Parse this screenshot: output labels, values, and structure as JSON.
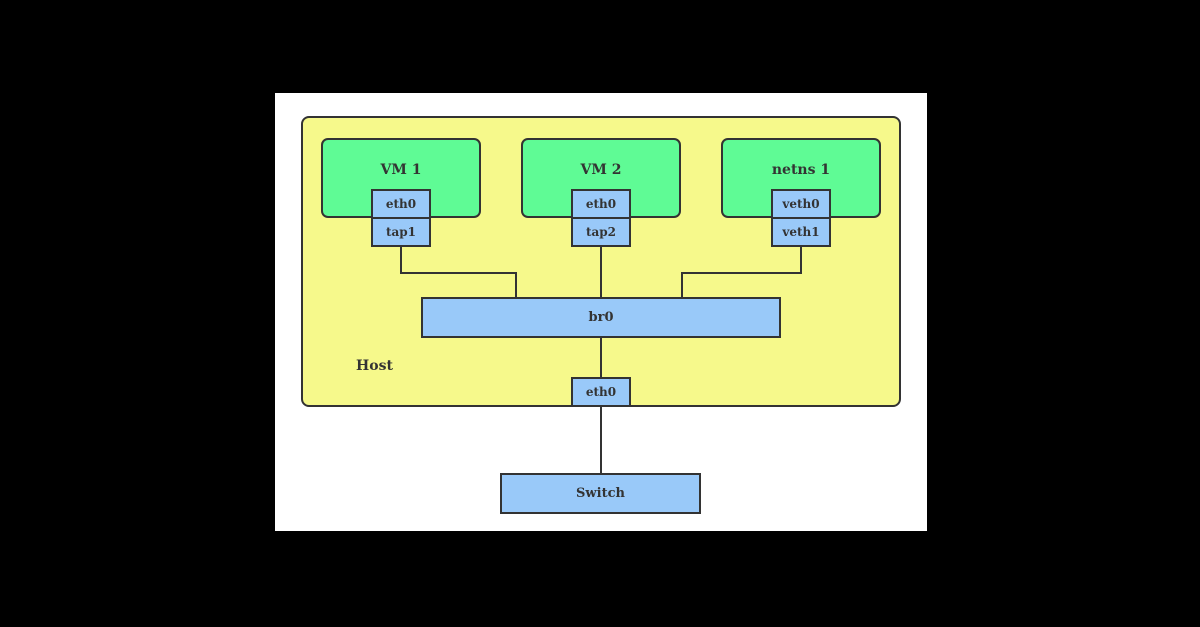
{
  "colors": {
    "background": "#000000",
    "canvas": "#ffffff",
    "host_fill": "#f6f98b",
    "guest_fill": "#5ffb95",
    "interface_fill": "#99c9f9",
    "border": "#333333",
    "text": "#333333"
  },
  "host": {
    "label": "Host"
  },
  "guests": [
    {
      "label": "VM 1",
      "inner_if": "eth0",
      "outer_if": "tap1"
    },
    {
      "label": "VM 2",
      "inner_if": "eth0",
      "outer_if": "tap2"
    },
    {
      "label": "netns 1",
      "inner_if": "veth0",
      "outer_if": "veth1"
    }
  ],
  "bridge": {
    "label": "br0"
  },
  "host_nic": {
    "label": "eth0"
  },
  "switch": {
    "label": "Switch"
  }
}
